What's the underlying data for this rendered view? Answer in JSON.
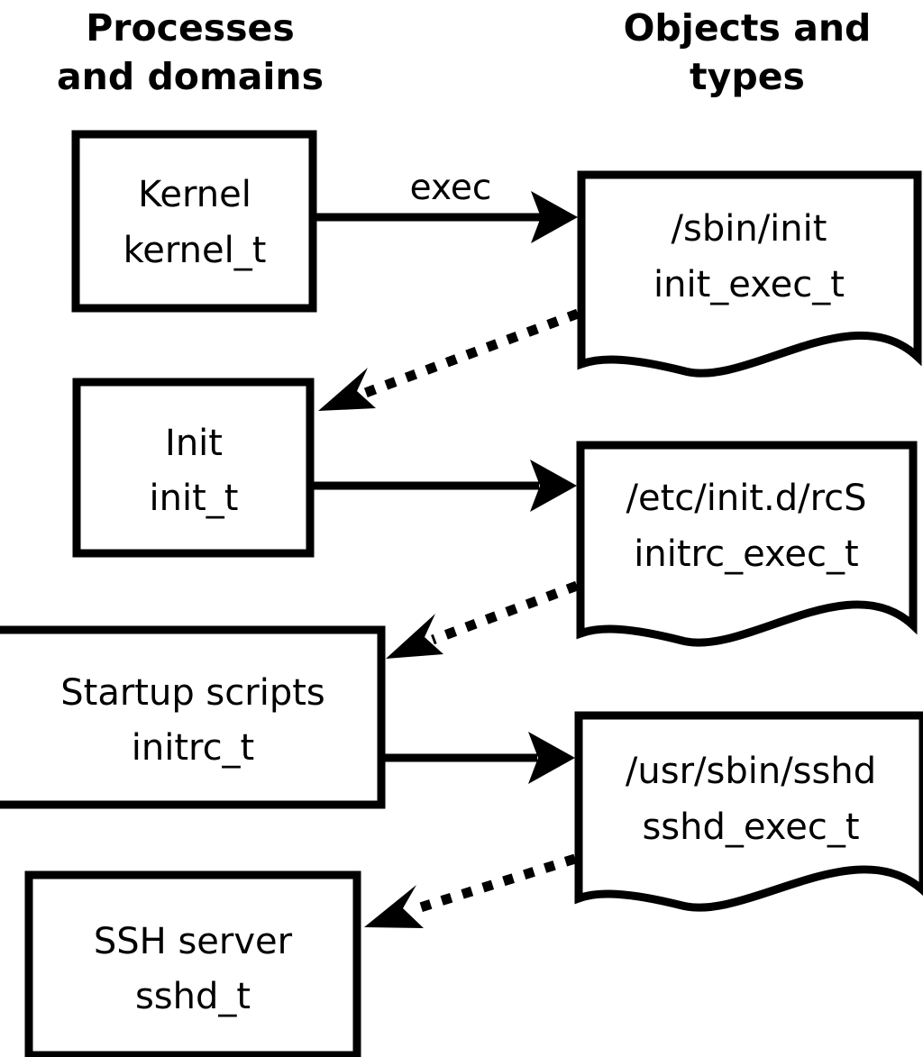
{
  "diagram": {
    "title_columns": {
      "left": {
        "line1": "Processes",
        "line2": "and domains"
      },
      "right": {
        "line1": "Objects and",
        "line2": "types"
      }
    },
    "process_nodes": [
      {
        "id": "kernel",
        "line1": "Kernel",
        "line2": "kernel_t"
      },
      {
        "id": "init",
        "line1": "Init",
        "line2": "init_t"
      },
      {
        "id": "initrc",
        "line1": "Startup scripts",
        "line2": "initrc_t"
      },
      {
        "id": "sshd",
        "line1": "SSH server",
        "line2": "sshd_t"
      }
    ],
    "object_nodes": [
      {
        "id": "init-exec",
        "line1": "/sbin/init",
        "line2": "init_exec_t"
      },
      {
        "id": "initrc-exec",
        "line1": "/etc/init.d/rcS",
        "line2": "initrc_exec_t"
      },
      {
        "id": "sshd-exec",
        "line1": "/usr/sbin/sshd",
        "line2": "sshd_exec_t"
      }
    ],
    "edges": [
      {
        "id": "kernel-exec-init-exec",
        "label": "exec",
        "style": "solid",
        "from": "kernel",
        "to": "init-exec"
      },
      {
        "id": "init-exec-to-init",
        "label": "",
        "style": "dotted",
        "from": "init-exec",
        "to": "init"
      },
      {
        "id": "init-exec-initrc-exec",
        "label": "",
        "style": "solid",
        "from": "init",
        "to": "initrc-exec"
      },
      {
        "id": "initrc-exec-to-initrc",
        "label": "",
        "style": "dotted",
        "from": "initrc-exec",
        "to": "initrc"
      },
      {
        "id": "initrc-exec-sshd-exec",
        "label": "",
        "style": "solid",
        "from": "initrc",
        "to": "sshd-exec"
      },
      {
        "id": "sshd-exec-to-sshd",
        "label": "",
        "style": "dotted",
        "from": "sshd-exec",
        "to": "sshd"
      }
    ],
    "colors": {
      "stroke": "#000000",
      "fill": "#ffffff",
      "text": "#000000"
    }
  }
}
